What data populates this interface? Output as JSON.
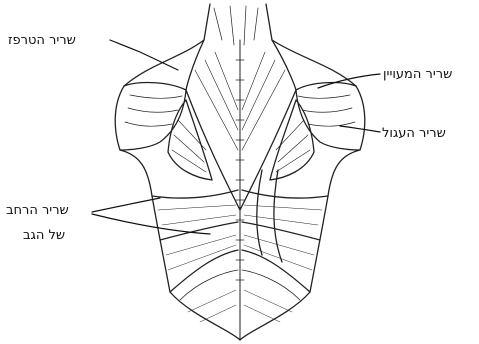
{
  "labels": {
    "trapezius": "שריר הטרפז",
    "infraspinatus": "שריר המעויין",
    "teres": "שריר העגול",
    "latissimus_line1": "שריר הרחב",
    "latissimus_line2": "של הגב"
  },
  "colors": {
    "ink": "#111111",
    "line": "#222222",
    "background": "#ffffff"
  }
}
